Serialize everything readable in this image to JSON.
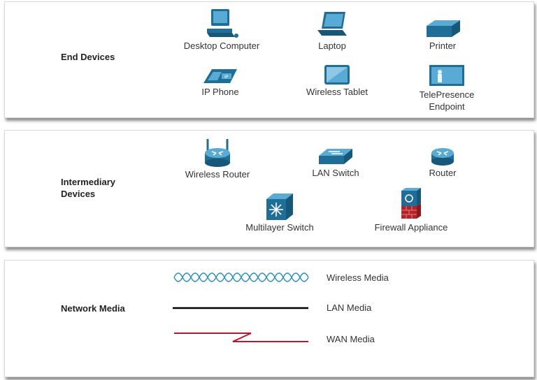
{
  "sections": {
    "end_devices": {
      "title": "End Devices",
      "devices": [
        {
          "label": "Desktop Computer",
          "icon": "desktop-computer-icon"
        },
        {
          "label": "Laptop",
          "icon": "laptop-icon"
        },
        {
          "label": "Printer",
          "icon": "printer-icon"
        },
        {
          "label": "IP Phone",
          "icon": "ip-phone-icon"
        },
        {
          "label": "Wireless Tablet",
          "icon": "wireless-tablet-icon"
        },
        {
          "label": "TelePresence\nEndpoint",
          "icon": "telepresence-endpoint-icon"
        }
      ]
    },
    "intermediary_devices": {
      "title": "Intermediary\nDevices",
      "devices": [
        {
          "label": "Wireless Router",
          "icon": "wireless-router-icon"
        },
        {
          "label": "LAN Switch",
          "icon": "lan-switch-icon"
        },
        {
          "label": "Router",
          "icon": "router-icon"
        },
        {
          "label": "Multilayer Switch",
          "icon": "multilayer-switch-icon"
        },
        {
          "label": "Firewall Appliance",
          "icon": "firewall-appliance-icon"
        }
      ]
    },
    "network_media": {
      "title": "Network Media",
      "media": [
        {
          "label": "Wireless Media",
          "color": "#2a8fc4"
        },
        {
          "label": "LAN Media",
          "color": "#000000"
        },
        {
          "label": "WAN Media",
          "color": "#c8102e"
        }
      ]
    }
  },
  "colors": {
    "icon_blue": "#1f6e97",
    "icon_light": "#5aaad6",
    "firewall_red": "#b5232a"
  }
}
